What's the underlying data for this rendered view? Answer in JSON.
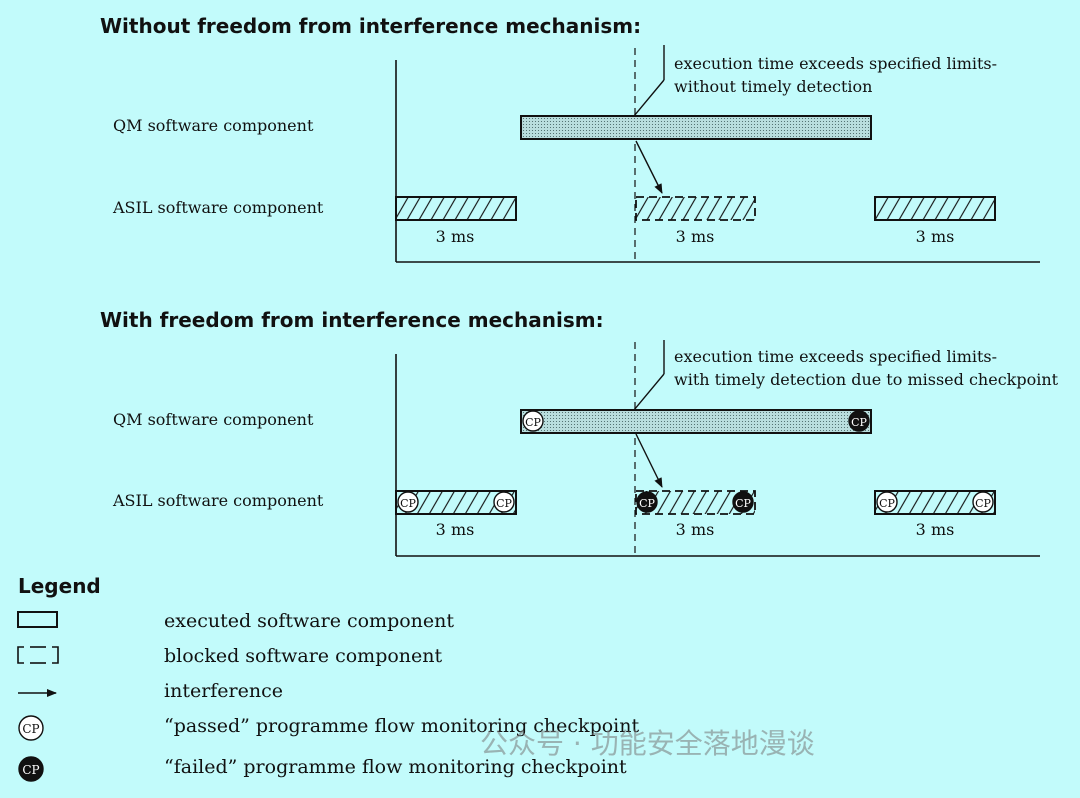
{
  "section1": {
    "title": "Without freedom from interference mechanism:",
    "qm_label": "QM software component",
    "asil_label": "ASIL software component",
    "annotation_line1": "execution time exceeds specified limits-",
    "annotation_line2": "without timely detection",
    "durations": [
      "3 ms",
      "3 ms",
      "3 ms"
    ]
  },
  "section2": {
    "title": "With freedom from interference mechanism:",
    "qm_label": "QM software component",
    "asil_label": "ASIL software component",
    "annotation_line1": "execution time exceeds specified limits-",
    "annotation_line2": "with timely detection due to missed checkpoint",
    "durations": [
      "3 ms",
      "3 ms",
      "3 ms"
    ],
    "checkpoint_label": "CP"
  },
  "legend": {
    "title": "Legend",
    "items": [
      "executed software component",
      "blocked software component",
      "interference",
      "“passed” programme flow monitoring checkpoint",
      "“failed” programme flow monitoring checkpoint"
    ],
    "checkpoint_label": "CP"
  },
  "watermark": "公众号 · 功能安全落地漫谈",
  "colors": {
    "background": "#c2fbfb",
    "qm_fill": "#b9dede",
    "ink": "#111111"
  }
}
